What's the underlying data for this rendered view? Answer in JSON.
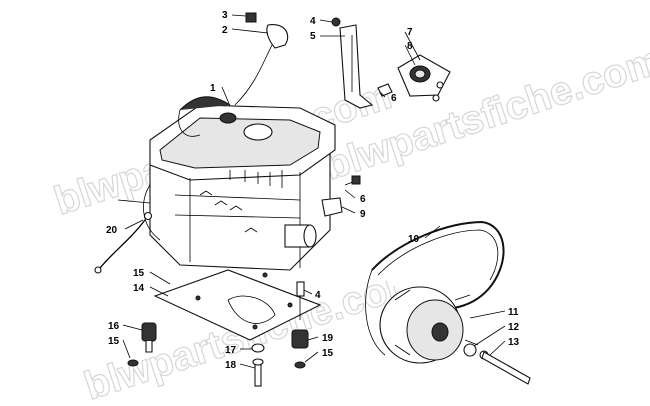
{
  "watermark": {
    "text": "blwpartsfiche.com"
  },
  "callouts": [
    {
      "id": "c1",
      "text": "1"
    },
    {
      "id": "c2",
      "text": "2"
    },
    {
      "id": "c3",
      "text": "3"
    },
    {
      "id": "c4a",
      "text": "4"
    },
    {
      "id": "c4b",
      "text": "4"
    },
    {
      "id": "c5",
      "text": "5"
    },
    {
      "id": "c6a",
      "text": "6"
    },
    {
      "id": "c6b",
      "text": "6"
    },
    {
      "id": "c7",
      "text": "7"
    },
    {
      "id": "c8",
      "text": "8"
    },
    {
      "id": "c9",
      "text": "9"
    },
    {
      "id": "c10",
      "text": "10"
    },
    {
      "id": "c11",
      "text": "11"
    },
    {
      "id": "c12",
      "text": "12"
    },
    {
      "id": "c13",
      "text": "13"
    },
    {
      "id": "c14",
      "text": "14"
    },
    {
      "id": "c15a",
      "text": "15"
    },
    {
      "id": "c15b",
      "text": "15"
    },
    {
      "id": "c15c",
      "text": "15"
    },
    {
      "id": "c16",
      "text": "16"
    },
    {
      "id": "c17",
      "text": "17"
    },
    {
      "id": "c18",
      "text": "18"
    },
    {
      "id": "c19",
      "text": "19"
    },
    {
      "id": "c20",
      "text": "20"
    }
  ]
}
